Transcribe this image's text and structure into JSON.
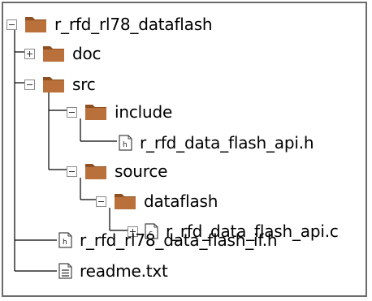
{
  "colors": {
    "tree_line": "#000000",
    "toggle_border": "#8a8a8a",
    "folder_fill": "#b9703a",
    "folder_dark": "#8f4f22",
    "frame_border": "#6b6b6b"
  },
  "tree": {
    "root": {
      "label": "r_rfd_rl78_dataflash",
      "expanded": true,
      "icon": "folder-icon"
    },
    "doc": {
      "label": "doc",
      "expanded": false,
      "icon": "folder-icon"
    },
    "src": {
      "label": "src",
      "expanded": true,
      "icon": "folder-icon"
    },
    "include": {
      "label": "include",
      "expanded": true,
      "icon": "folder-icon"
    },
    "include_file": {
      "label": "r_rfd_data_flash_api.h",
      "icon": "header-file-icon"
    },
    "source": {
      "label": "source",
      "expanded": true,
      "icon": "folder-icon"
    },
    "dataflash": {
      "label": "dataflash",
      "expanded": true,
      "icon": "folder-icon"
    },
    "dataflash_file": {
      "label": "r_rfd_data_flash_api.c",
      "expanded": false,
      "icon": "c-file-icon"
    },
    "if_file": {
      "label": "r_rfd_rl78_data_flash_if.h",
      "icon": "header-file-icon"
    },
    "readme_file": {
      "label": "readme.txt",
      "icon": "text-file-icon"
    }
  }
}
